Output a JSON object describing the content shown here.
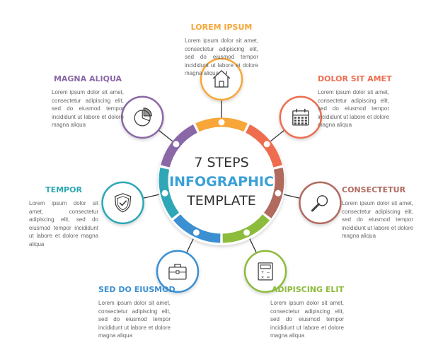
{
  "center": {
    "line1": "7 STEPS",
    "line2": "INFOGRAPHIC",
    "line3": "TEMPLATE",
    "line2_color": "#3aa0d6",
    "text_color": "#333333"
  },
  "steps": [
    {
      "id": "top",
      "title": "LOREM IPSUM",
      "color": "#f7a637",
      "icon": "house-icon",
      "body": "Lorem ipsum dolor sit amet, consectetur adipiscing elit, sed do eiusmod tempor incididunt ut labore et dolore magna aliqua"
    },
    {
      "id": "upper-right",
      "title": "DOLOR SIT AMET",
      "color": "#ee6d4f",
      "icon": "calendar-icon",
      "body": "Lorem ipsum dolor sit amet, consectetur adipiscing elit, sed do eiusmod tempor incididunt ut labore et dolore magna aliqua"
    },
    {
      "id": "right",
      "title": "CONSECTETUR",
      "color": "#b06a5e",
      "icon": "magnifier-icon",
      "body": "Lorem ipsum dolor sit amet, consectetur adipiscing elit, sed do eiusmod tempor incididunt ut labore et dolore magna aliqua"
    },
    {
      "id": "lower-right",
      "title": "ADIPISCING ELIT",
      "color": "#8dbb3c",
      "icon": "calculator-icon",
      "body": "Lorem ipsum dolor sit amet, consectetur adipiscing elit, sed do eiusmod tempor incididunt ut labore et dolore magna aliqua"
    },
    {
      "id": "lower-left",
      "title": "SED DO EIUSMOD",
      "color": "#3c8fd0",
      "icon": "briefcase-icon",
      "body": "Lorem ipsum dolor sit amet, consectetur adipiscing elit, sed do eiusmod tempor incididunt ut labore et dolore magna aliqua"
    },
    {
      "id": "left",
      "title": "TEMPOR",
      "color": "#2fa7b6",
      "icon": "shield-check-icon",
      "body": "Lorem ipsum dolor sit amet, consectetur adipiscing elit, sed do eiusmod tempor incididunt ut labore et dolore magna aliqua"
    },
    {
      "id": "upper-left",
      "title": "MAGNA ALIQUA",
      "color": "#8a67a6",
      "icon": "pie-chart-icon",
      "body": "Lorem ipsum dolor sit amet, consectetur adipiscing elit, sed do eiusmod tempor incididunt ut labore et dolore magna aliqua"
    }
  ]
}
